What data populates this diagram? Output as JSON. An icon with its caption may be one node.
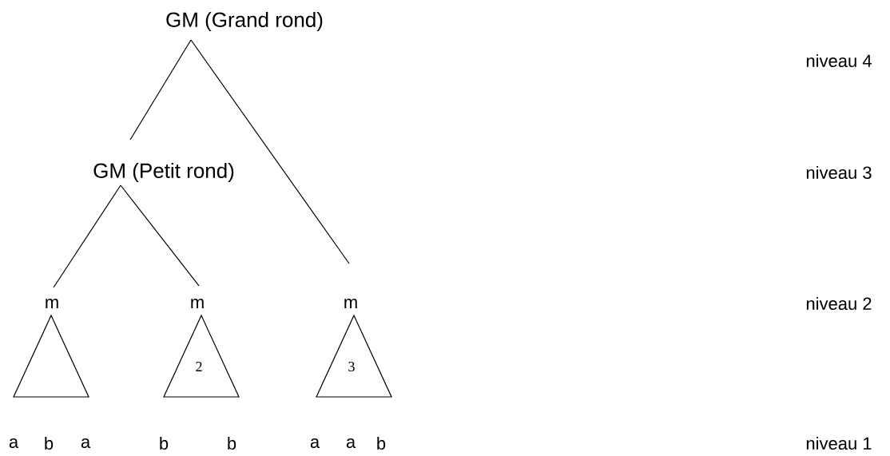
{
  "diagram": {
    "nodes": [
      {
        "text": [
          "GM (Grand rond)"
        ]
      },
      {
        "text": [
          "GM (Petit rond)"
        ]
      },
      {
        "text": [
          "m"
        ]
      },
      {
        "text": [
          "m"
        ]
      },
      {
        "text": [
          "m"
        ]
      },
      {
        "text": [],
        "shape": "triangle"
      },
      {
        "text": [
          "2"
        ]
      },
      {
        "text": [
          "3"
        ]
      }
    ],
    "edges": [
      {
        "from": 0,
        "to": 1,
        "arrow": "none"
      },
      {
        "from": 0,
        "to": 4,
        "arrow": "none"
      },
      {
        "from": 1,
        "to": 2,
        "arrow": "none"
      },
      {
        "from": 1,
        "to": 3,
        "arrow": "none"
      }
    ],
    "labels": [
      "niveau 4",
      "niveau 3",
      "niveau 2",
      "a",
      "b",
      "a",
      "b",
      "b",
      "a",
      "a",
      "b",
      "niveau 1"
    ]
  }
}
